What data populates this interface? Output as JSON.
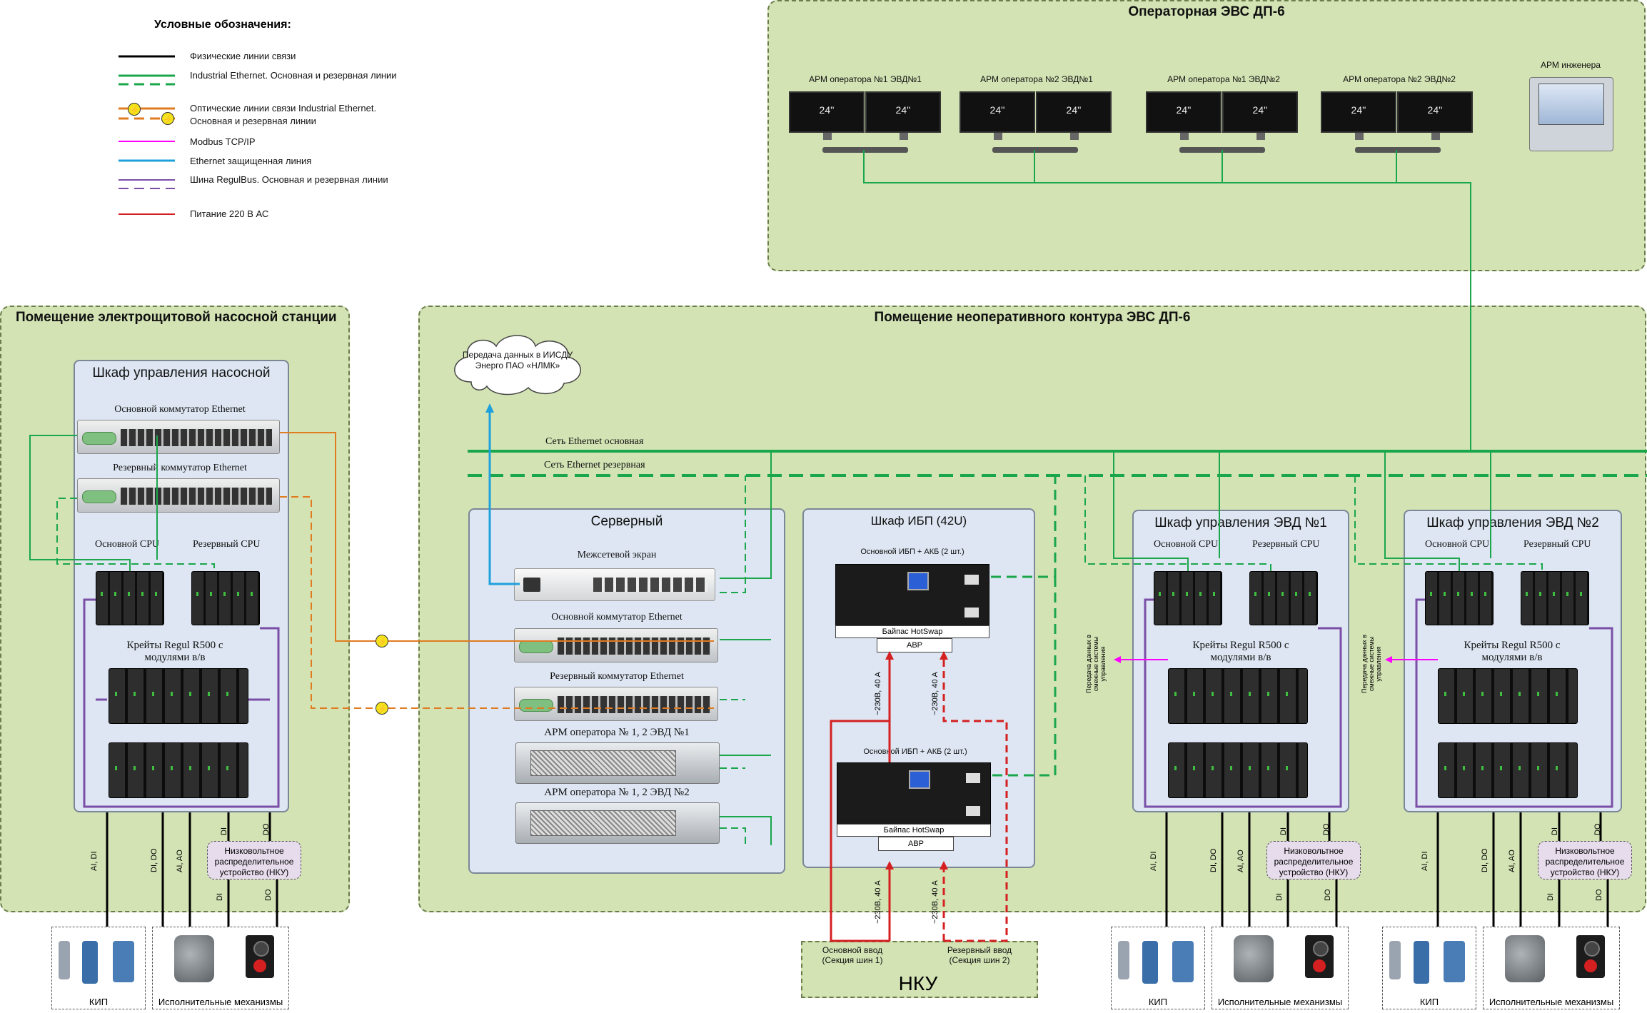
{
  "legend": {
    "title": "Условные обозначения:",
    "items": [
      {
        "label": "Физические линии связи",
        "color": "#000000"
      },
      {
        "label": "Industrial Ethernet. Основная и резервная линии",
        "color": "#1aa64b"
      },
      {
        "label": "Оптические линии связи Industrial Ethernet. Основная и резервная линии",
        "color": "#e07b1f"
      },
      {
        "label": "Modbus TCP/IP",
        "color": "#ff00ff"
      },
      {
        "label": "Ethernet защищенная линия",
        "color": "#1ea0dc"
      },
      {
        "label": "Шина RegulBus. Основная и резервная линии",
        "color": "#7b4fa8"
      },
      {
        "label": "Питание 220 В АС",
        "color": "#d42020"
      }
    ]
  },
  "operator_room": {
    "title": "Операторная ЭВС ДП-6",
    "workstations": [
      {
        "label": "АРМ оператора №1 ЭВД№1",
        "monitor": "24''"
      },
      {
        "label": "АРМ оператора №2 ЭВД№1",
        "monitor": "24''"
      },
      {
        "label": "АРМ оператора №1 ЭВД№2",
        "monitor": "24''"
      },
      {
        "label": "АРМ оператора №2 ЭВД№2",
        "monitor": "24''"
      }
    ],
    "engineer": "АРМ инженера"
  },
  "pump_room": {
    "title": "Помещение электрощитовой насосной станции",
    "cabinet": {
      "title": "Шкаф управления насосной",
      "main_switch": "Основной коммутатор Ethernet",
      "reserve_switch": "Резервный коммутатор Ethernet",
      "main_cpu": "Основной CPU",
      "reserve_cpu": "Резервный CPU",
      "racks": "Крейты Regul R500 с модулями в/в"
    },
    "signals": [
      "AI, DI",
      "DI, DO",
      "AI, AO",
      "DI",
      "DO",
      "DI",
      "DO"
    ],
    "nku": "Низковольтное распределительное устройство (НКУ)",
    "kip": "КИП",
    "actuators": "Исполнительные механизмы"
  },
  "nonoper_room": {
    "title": "Помещение неоперативного контура ЭВС ДП-6",
    "cloud": "Передача данных в ИИСДУ Энерго ПАО «НЛМК»",
    "main_net": "Сеть Ethernet основная",
    "reserve_net": "Сеть Ethernet резервная",
    "server": {
      "title": "Серверный",
      "firewall": "Межсетевой экран",
      "main_switch": "Основной коммутатор Ethernet",
      "reserve_switch": "Резервный коммутатор Ethernet",
      "arm1": "АРМ оператора № 1, 2 ЭВД №1",
      "arm2": "АРМ оператора № 1, 2 ЭВД №2"
    },
    "ups": {
      "title": "Шкаф ИБП (42U)",
      "ups_label": "Основной ИБП + АКБ (2 шт.)",
      "bypass": "Байпас HotSwap",
      "avr": "АВР",
      "power": "~230В, 40 А"
    },
    "evd1": {
      "title": "Шкаф управления ЭВД №1",
      "main_cpu": "Основной CPU",
      "reserve_cpu": "Резервный CPU",
      "racks": "Крейты Regul R500 с модулями в/в",
      "side": "Передача данных в смежные системы управления"
    },
    "evd2": {
      "title": "Шкаф управления ЭВД №2",
      "main_cpu": "Основной CPU",
      "reserve_cpu": "Резервный CPU",
      "racks": "Крейты Regul R500 с модулями в/в",
      "side": "Передача данных в смежные системы управления"
    }
  },
  "nku_main": {
    "title": "НКУ",
    "main_input": "Основной ввод (Секция шин 1)",
    "reserve_input": "Резервный ввод (Секция шин 2)"
  }
}
